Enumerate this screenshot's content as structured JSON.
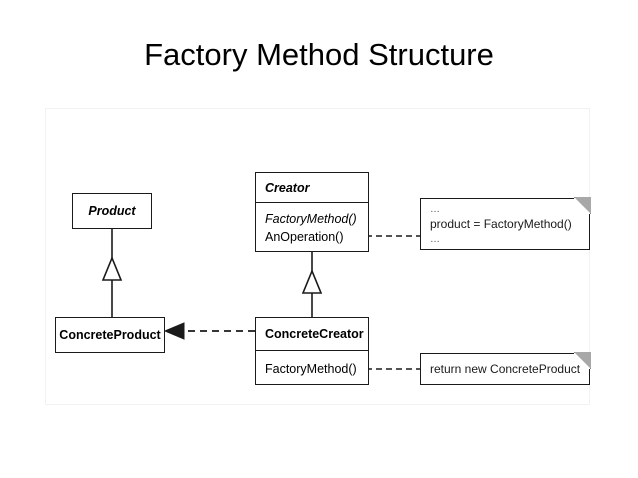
{
  "slide": {
    "title": "Factory Method Structure"
  },
  "diagram": {
    "type": "uml-class-diagram",
    "pattern": "Factory Method",
    "classes": [
      {
        "id": "product",
        "name": "Product",
        "abstract": true,
        "members": []
      },
      {
        "id": "concrete-product",
        "name": "ConcreteProduct",
        "abstract": false,
        "members": []
      },
      {
        "id": "creator",
        "name": "Creator",
        "abstract": true,
        "members": [
          {
            "label": "FactoryMethod()",
            "abstract": true
          },
          {
            "label": "AnOperation()",
            "abstract": false
          }
        ]
      },
      {
        "id": "concrete-creator",
        "name": "ConcreteCreator",
        "abstract": false,
        "members": [
          {
            "label": "FactoryMethod()",
            "abstract": false
          }
        ]
      }
    ],
    "notes": [
      {
        "id": "note-creator",
        "lines": [
          "…",
          "product = FactoryMethod()",
          "…"
        ],
        "anchor": "Creator.AnOperation()"
      },
      {
        "id": "note-concrete-creator",
        "lines": [
          "return new ConcreteProduct"
        ],
        "anchor": "ConcreteCreator.FactoryMethod()"
      }
    ],
    "relationships": [
      {
        "kind": "generalization",
        "from": "ConcreteProduct",
        "to": "Product"
      },
      {
        "kind": "generalization",
        "from": "ConcreteCreator",
        "to": "Creator"
      },
      {
        "kind": "dependency",
        "from": "ConcreteCreator",
        "to": "ConcreteProduct"
      }
    ],
    "colors": {
      "line": "#1a1a1a",
      "fill": "#ffffff",
      "note_fold": "#a8a8a8",
      "frame": "#f2f2f2"
    }
  }
}
